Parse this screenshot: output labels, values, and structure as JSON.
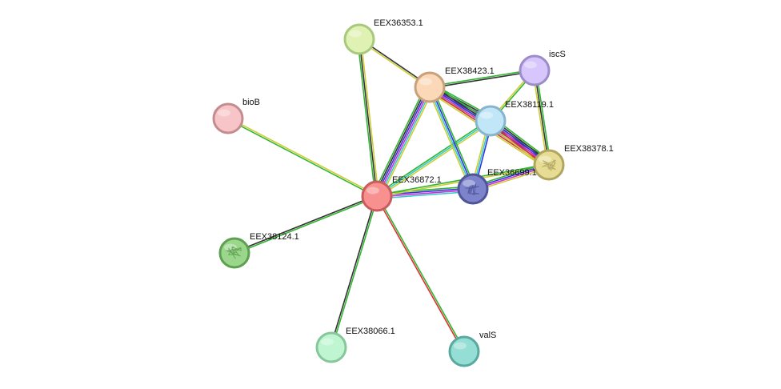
{
  "network": {
    "nodes": [
      {
        "id": "EEX36872.1",
        "label": "EEX36872.1",
        "fill": "#f99090",
        "stroke": "#c95c5c",
        "icon": "none"
      },
      {
        "id": "EEX36353.1",
        "label": "EEX36353.1",
        "fill": "#dff2b4",
        "stroke": "#a8c97c",
        "icon": "none"
      },
      {
        "id": "EEX38423.1",
        "label": "EEX38423.1",
        "fill": "#fbd9b8",
        "stroke": "#c9a07c",
        "icon": "none"
      },
      {
        "id": "iscS",
        "label": "iscS",
        "fill": "#d6c6fb",
        "stroke": "#9c8ccc",
        "icon": "none"
      },
      {
        "id": "EEX38119.1",
        "label": "EEX38119.1",
        "fill": "#c1e6f8",
        "stroke": "#88b4cc",
        "icon": "none"
      },
      {
        "id": "EEX38378.1",
        "label": "EEX38378.1",
        "fill": "#e6dc94",
        "stroke": "#b0a660",
        "icon": "protein-structure-icon"
      },
      {
        "id": "EEX36699.1",
        "label": "EEX36699.1",
        "fill": "#7d84cc",
        "stroke": "#4e5599",
        "icon": "protein-structure-icon"
      },
      {
        "id": "bioB",
        "label": "bioB",
        "fill": "#f7c5c7",
        "stroke": "#c38c8f",
        "icon": "none"
      },
      {
        "id": "EEX38124.1",
        "label": "EEX38124.1",
        "fill": "#9ad68c",
        "stroke": "#5ea050",
        "icon": "protein-structure-icon"
      },
      {
        "id": "EEX38066.1",
        "label": "EEX38066.1",
        "fill": "#bff5d0",
        "stroke": "#86c79b",
        "icon": "none"
      },
      {
        "id": "valS",
        "label": "valS",
        "fill": "#95ded5",
        "stroke": "#5aa99f",
        "icon": "none"
      }
    ],
    "edges": [
      {
        "source": "EEX36872.1",
        "target": "EEX36353.1",
        "colors": [
          "#33b533",
          "#333333",
          "#cccc33"
        ]
      },
      {
        "source": "EEX36872.1",
        "target": "bioB",
        "colors": [
          "#33b533",
          "#cccc33"
        ]
      },
      {
        "source": "EEX36872.1",
        "target": "EEX38124.1",
        "colors": [
          "#33b533",
          "#333333"
        ]
      },
      {
        "source": "EEX36872.1",
        "target": "EEX38066.1",
        "colors": [
          "#33b533",
          "#333333"
        ]
      },
      {
        "source": "EEX36872.1",
        "target": "valS",
        "colors": [
          "#33b533",
          "#e03030"
        ]
      },
      {
        "source": "EEX36872.1",
        "target": "EEX38423.1",
        "colors": [
          "#33b533",
          "#333333",
          "#3333dd",
          "#cc33cc",
          "#33cccc",
          "#cccc33"
        ]
      },
      {
        "source": "EEX36872.1",
        "target": "EEX38119.1",
        "colors": [
          "#33b533",
          "#33cccc",
          "#cccc33"
        ]
      },
      {
        "source": "EEX36872.1",
        "target": "EEX36699.1",
        "colors": [
          "#33b533",
          "#3333dd",
          "#cc33cc",
          "#33cccc"
        ]
      },
      {
        "source": "EEX36872.1",
        "target": "EEX38378.1",
        "colors": [
          "#33b533",
          "#cccc33"
        ]
      },
      {
        "source": "EEX36353.1",
        "target": "EEX38423.1",
        "colors": [
          "#333333",
          "#cccc33"
        ]
      },
      {
        "source": "EEX38423.1",
        "target": "iscS",
        "colors": [
          "#33b533",
          "#333333"
        ]
      },
      {
        "source": "EEX38423.1",
        "target": "EEX38119.1",
        "colors": [
          "#33b533",
          "#333333",
          "#3333dd",
          "#cc33cc",
          "#33cccc",
          "#cccc33"
        ]
      },
      {
        "source": "EEX38423.1",
        "target": "EEX38378.1",
        "colors": [
          "#33b533",
          "#333333",
          "#3333dd",
          "#cc33cc",
          "#cc3333",
          "#cccc33"
        ]
      },
      {
        "source": "EEX38423.1",
        "target": "EEX36699.1",
        "colors": [
          "#33b533",
          "#3333dd",
          "#33cccc",
          "#cccc33"
        ]
      },
      {
        "source": "iscS",
        "target": "EEX38119.1",
        "colors": [
          "#33b533",
          "#cccc33"
        ]
      },
      {
        "source": "iscS",
        "target": "EEX38378.1",
        "colors": [
          "#33b533",
          "#333333",
          "#cccc33"
        ]
      },
      {
        "source": "EEX38119.1",
        "target": "EEX38378.1",
        "colors": [
          "#33b533",
          "#333333",
          "#3333dd",
          "#cc33cc",
          "#cc3333",
          "#cccc33"
        ]
      },
      {
        "source": "EEX38119.1",
        "target": "EEX36699.1",
        "colors": [
          "#3333dd",
          "#33cccc",
          "#cccc33"
        ]
      },
      {
        "source": "EEX36699.1",
        "target": "EEX38378.1",
        "colors": [
          "#33b533",
          "#3333dd",
          "#cc33cc",
          "#cccc33"
        ]
      }
    ]
  }
}
